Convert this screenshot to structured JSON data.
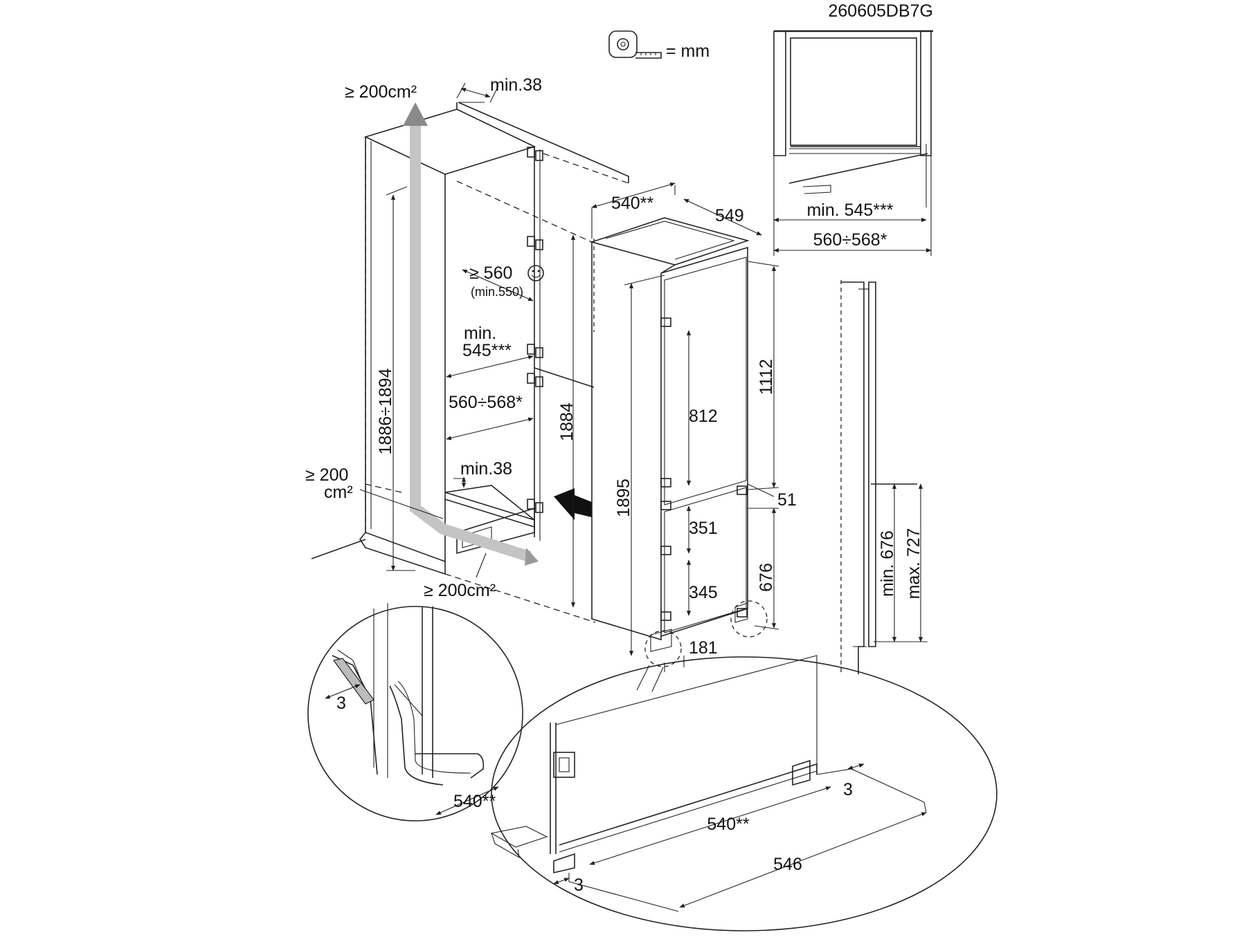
{
  "diagram": {
    "code": "260605DB7G",
    "legend_units": "= mm",
    "icon": "tape-measure-icon",
    "vent_top": "≥ 200cm²",
    "vent_bottom_side": [
      "≥ 200",
      "cm²"
    ],
    "vent_bottom": "≥ 200cm²",
    "niche": {
      "top_gap": "min.38",
      "bottom_gap": "min.38",
      "height": "1886÷1894",
      "height_inner": "1884",
      "recommended_depth": "≥ 560",
      "recommended_depth_min": "(min.550)",
      "min_depth_label": "min.",
      "min_depth_value": "545***",
      "width": "560÷568*"
    },
    "appliance": {
      "width": "540**",
      "depth": "549",
      "height": "1895",
      "upper_height": "1112",
      "upper_door": "812",
      "gap": "51",
      "lower_door_top": "351",
      "lower_door_bottom": "345",
      "lower_height": "676",
      "base": "181"
    },
    "top_view": {
      "min_depth": "min. 545***",
      "width": "560÷568*"
    },
    "side_view": {
      "min": "min. 676",
      "max": "max. 727"
    },
    "detail_left": {
      "gap": "3",
      "width": "540**"
    },
    "detail_bottom": {
      "gap_right": "3",
      "width": "540**",
      "gap_left": "3",
      "depth": "546"
    }
  }
}
